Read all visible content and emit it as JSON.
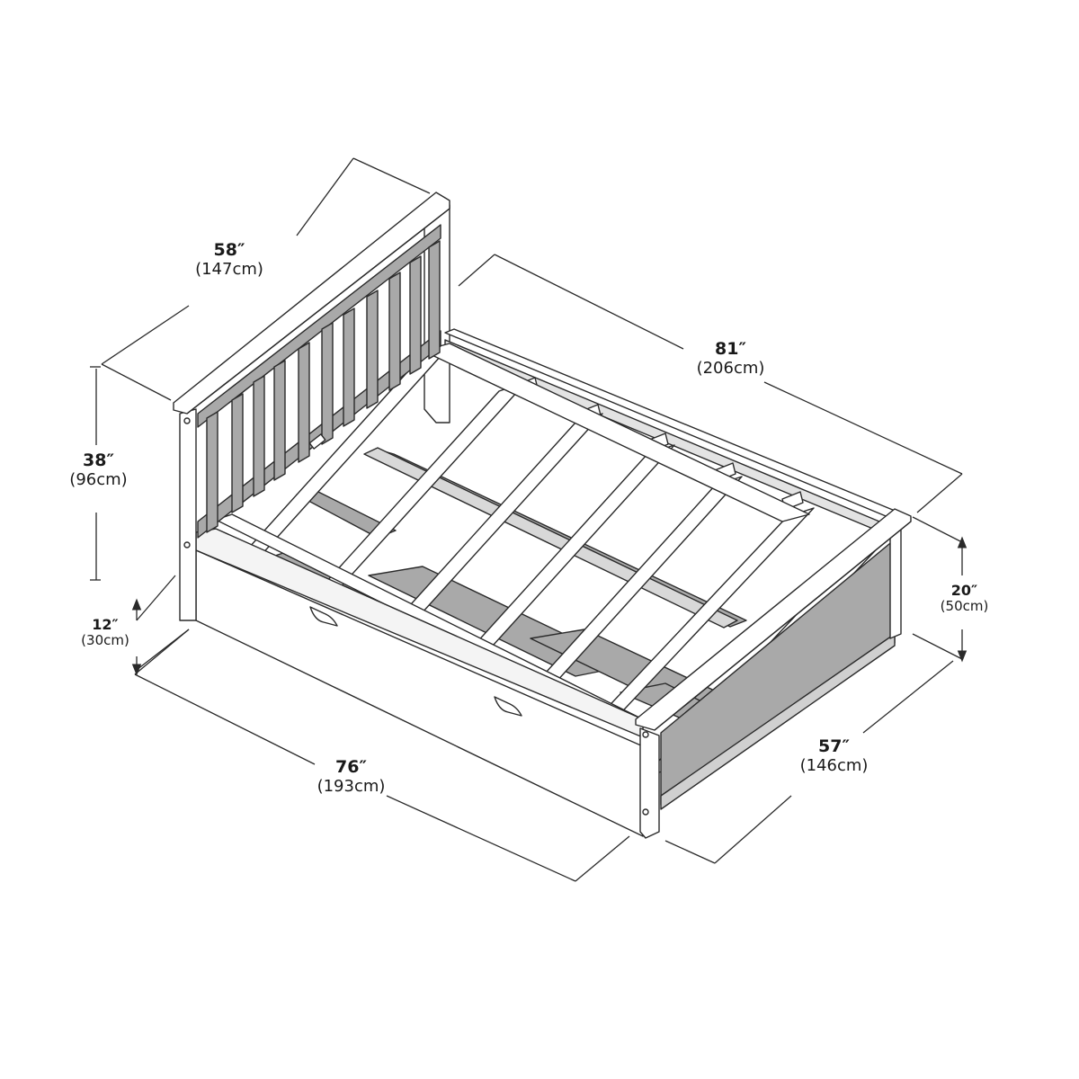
{
  "diagram": {
    "subject": "Full bed with headboard, footboard, slats and trundle drawer",
    "colors": {
      "line": "#2a2a2a",
      "panel_gray": "#a9a9a9",
      "slat_white": "#ffffff",
      "shadow_gray": "#8f8f8f",
      "background": "#ffffff"
    }
  },
  "dimensions": {
    "headboard_width": {
      "imperial": "58″",
      "metric": "(147cm)"
    },
    "headboard_height": {
      "imperial": "38″",
      "metric": "(96cm)"
    },
    "trundle_clearance": {
      "imperial": "12″",
      "metric": "(30cm)"
    },
    "bed_length_top": {
      "imperial": "81″",
      "metric": "(206cm)"
    },
    "footboard_height": {
      "imperial": "20″",
      "metric": "(50cm)"
    },
    "footboard_width": {
      "imperial": "57″",
      "metric": "(146cm)"
    },
    "bed_length_bottom": {
      "imperial": "76″",
      "metric": "(193cm)"
    }
  }
}
